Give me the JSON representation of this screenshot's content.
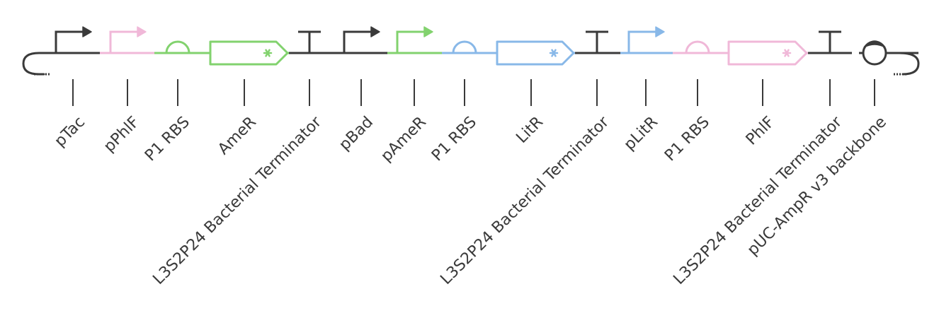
{
  "colors": {
    "black": "#3a3a3a",
    "pink": "#f0b8d8",
    "green": "#82d26e",
    "blue": "#88b8e8",
    "label": "#3a3a3a"
  },
  "parts": [
    {
      "id": "ptac",
      "label": "pTac",
      "type": "promoter",
      "color": "black"
    },
    {
      "id": "pphlf",
      "label": "pPhlF",
      "type": "promoter",
      "color": "pink"
    },
    {
      "id": "rbs1",
      "label": "P1 RBS",
      "type": "rbs",
      "color": "green"
    },
    {
      "id": "amer",
      "label": "AmeR",
      "type": "cds",
      "color": "green"
    },
    {
      "id": "term1",
      "label": "L3S2P24 Bacterial Terminator",
      "type": "terminator",
      "color": "black"
    },
    {
      "id": "pbad",
      "label": "pBad",
      "type": "promoter",
      "color": "black"
    },
    {
      "id": "pamer",
      "label": "pAmeR",
      "type": "promoter",
      "color": "green"
    },
    {
      "id": "rbs2",
      "label": "P1 RBS",
      "type": "rbs",
      "color": "blue"
    },
    {
      "id": "litr",
      "label": "LitR",
      "type": "cds",
      "color": "blue"
    },
    {
      "id": "term2",
      "label": "L3S2P24 Bacterial Terminator",
      "type": "terminator",
      "color": "black"
    },
    {
      "id": "plitr",
      "label": "pLitR",
      "type": "promoter",
      "color": "blue"
    },
    {
      "id": "rbs3",
      "label": "P1 RBS",
      "type": "rbs",
      "color": "pink"
    },
    {
      "id": "phlf",
      "label": "PhlF",
      "type": "cds",
      "color": "pink"
    },
    {
      "id": "term3",
      "label": "L3S2P24 Bacterial Terminator",
      "type": "terminator",
      "color": "black"
    },
    {
      "id": "backbone",
      "label": "pUC-AmpR v3 backbone",
      "type": "origin",
      "color": "black"
    }
  ]
}
